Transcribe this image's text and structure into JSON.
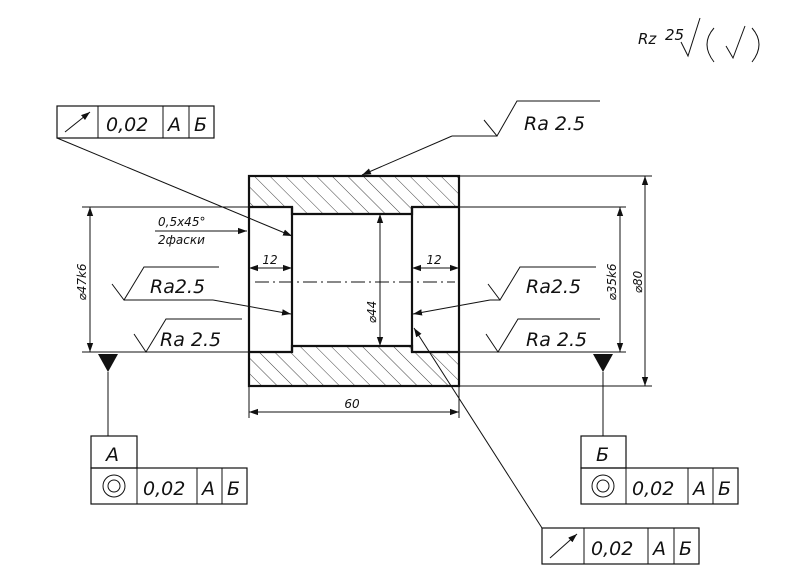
{
  "general_roughness": {
    "param": "Rz",
    "value": "25"
  },
  "roughness": {
    "top": "Ra 2.5",
    "left_upper": "Ra2.5",
    "left_lower": "Ra 2.5",
    "right_upper": "Ra2.5",
    "right_lower": "Ra 2.5"
  },
  "dimensions": {
    "chamfer": "0,5x45°",
    "chamfer_note": "2фаски",
    "left_recess_width": "12",
    "right_recess_width": "12",
    "outer_diameter": "⌀80",
    "left_bore_diameter": "⌀47k6",
    "right_bore_diameter": "⌀35k6",
    "inner_diameter": "⌀44",
    "length": "60"
  },
  "datums": {
    "a": "A",
    "b": "Б"
  },
  "tolerance_frames": {
    "runout_top": {
      "value": "0,02",
      "datum1": "A",
      "datum2": "Б"
    },
    "concentric_left": {
      "value": "0,02",
      "datum1": "A",
      "datum2": "Б"
    },
    "concentric_right": {
      "value": "0,02",
      "datum1": "A",
      "datum2": "Б"
    },
    "runout_bottom": {
      "value": "0,02",
      "datum1": "A",
      "datum2": "Б"
    }
  }
}
